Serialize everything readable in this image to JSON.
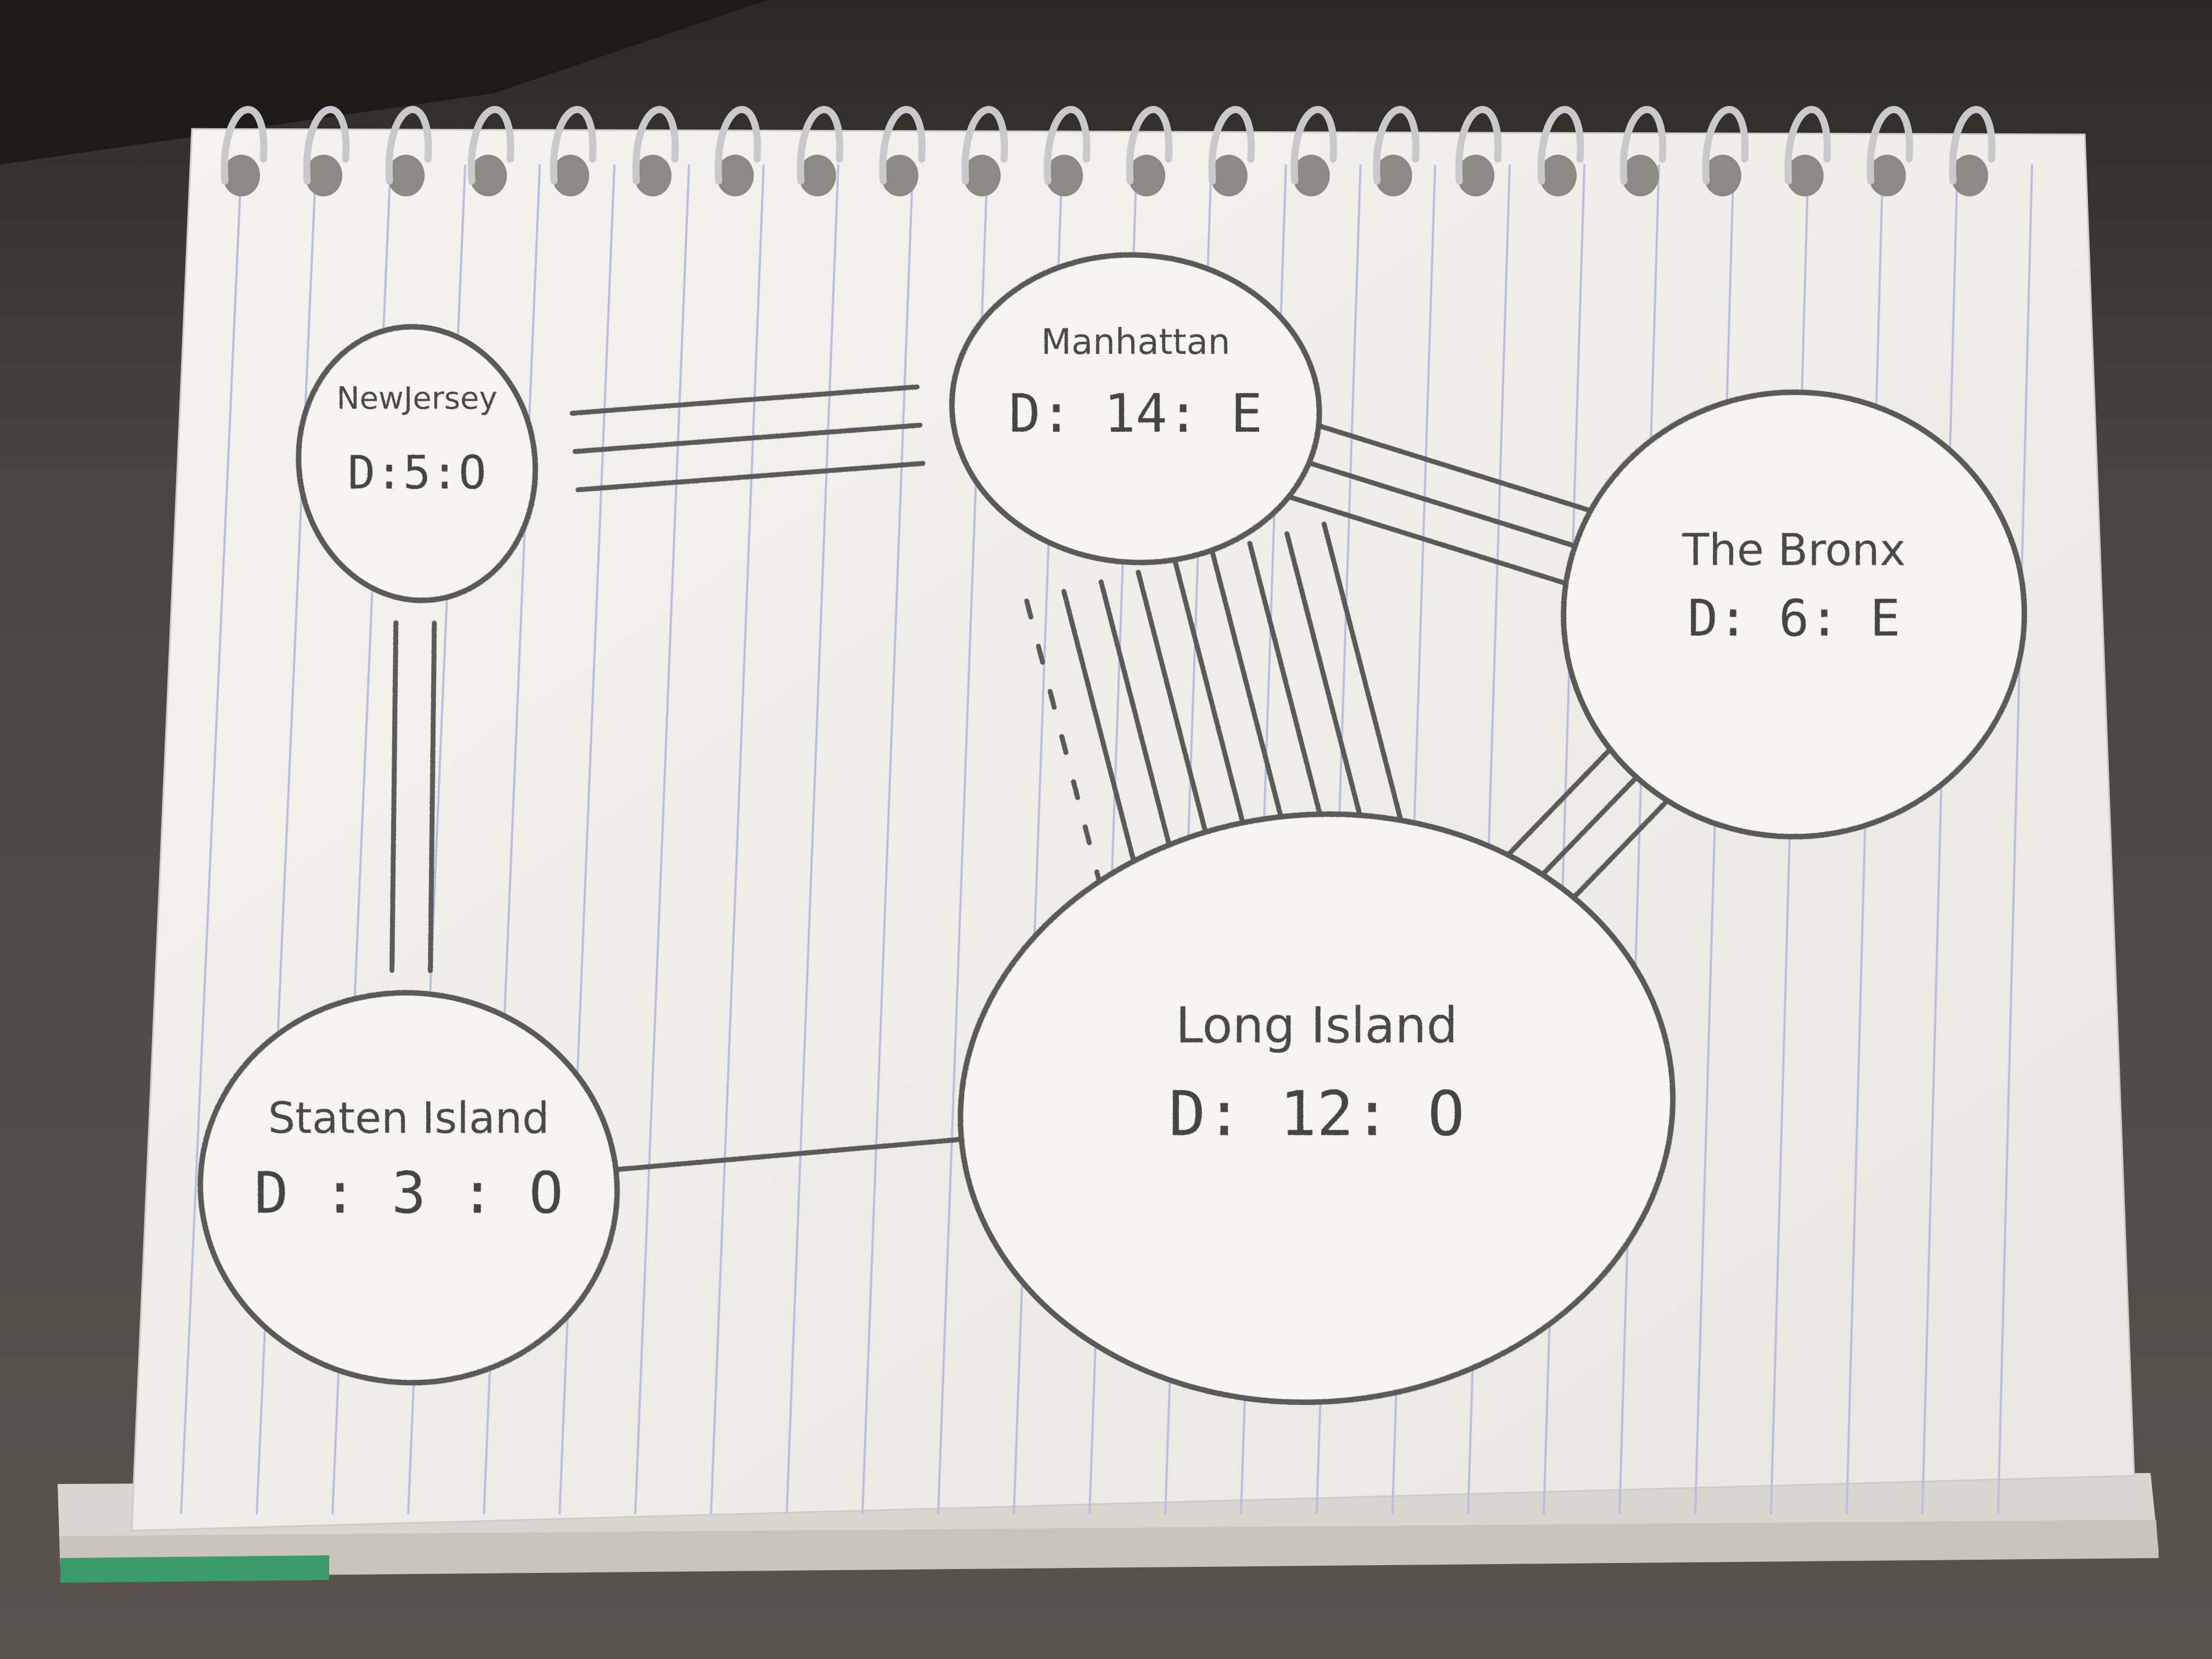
{
  "diagram": {
    "nodes": [
      {
        "id": "new-jersey",
        "label": "NewJersey",
        "code": "D:5:O"
      },
      {
        "id": "manhattan",
        "label": "Manhattan",
        "code": "D: 14: E"
      },
      {
        "id": "the-bronx",
        "label": "The Bronx",
        "code": "D: 6: E"
      },
      {
        "id": "staten-island",
        "label": "Staten Island",
        "code": "D : 3 : O"
      },
      {
        "id": "long-island",
        "label": "Long Island",
        "code": "D: 12: O"
      }
    ],
    "edges": [
      {
        "from": "new-jersey",
        "to": "manhattan",
        "count": 3,
        "style": "solid"
      },
      {
        "from": "new-jersey",
        "to": "staten-island",
        "count": 2,
        "style": "solid"
      },
      {
        "from": "manhattan",
        "to": "the-bronx",
        "count": 3,
        "style": "solid"
      },
      {
        "from": "manhattan",
        "to": "long-island",
        "count": 8,
        "style": "solid"
      },
      {
        "from": "manhattan",
        "to": "long-island",
        "count": 1,
        "style": "dashed"
      },
      {
        "from": "the-bronx",
        "to": "long-island",
        "count": 3,
        "style": "solid"
      },
      {
        "from": "staten-island",
        "to": "long-island",
        "count": 1,
        "style": "solid"
      }
    ]
  },
  "colors": {
    "pencil": "#5a5a5a",
    "paper": "#f6f5f1",
    "rule_line": "#b9bfe0",
    "desk": "#3a3633",
    "notebook_cover": "#3a9a6a",
    "spiral": "#c9c9cc"
  }
}
